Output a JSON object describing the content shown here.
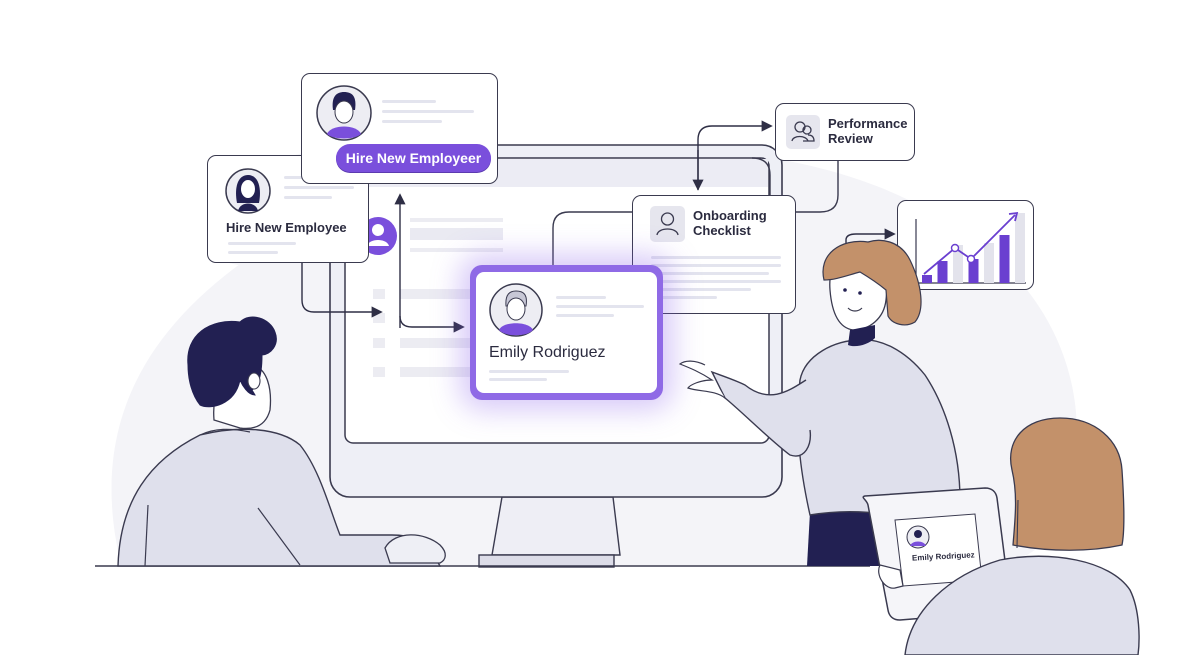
{
  "illustration": {
    "theme": "HR onboarding workflow",
    "accent_color": "#7a4fdc",
    "outline_color": "#2e2e45",
    "hair_dark": "#222052",
    "hair_brown": "#c3916a",
    "shirt_color": "#e1e2ee"
  },
  "cards": {
    "hire_new_employer": {
      "button_label": "Hire New Employeer",
      "avatar": "male-avatar-icon"
    },
    "hire_new_employee": {
      "title": "Hire New Employee",
      "avatar": "female-avatar-icon"
    },
    "performance_review": {
      "title_line1": "Performance",
      "title_line2": "Review",
      "icon": "users-icon"
    },
    "onboarding_checklist": {
      "title_line1": "Onboarding",
      "title_line2": "Checklist",
      "icon": "user-icon"
    },
    "employee_profile": {
      "name": "Emily Rodriguez",
      "avatar": "male-avatar-icon"
    },
    "tablet_profile": {
      "name": "Emily Rodriguez"
    }
  },
  "chart_card": {
    "bars": [
      {
        "height": 8,
        "color": "#6a3fd0"
      },
      {
        "height": 22,
        "color": "#6a3fd0"
      },
      {
        "height": 38,
        "color": "#e3e3ec"
      },
      {
        "height": 24,
        "color": "#6a3fd0"
      },
      {
        "height": 40,
        "color": "#e3e3ec"
      },
      {
        "height": 48,
        "color": "#6a3fd0"
      },
      {
        "height": 70,
        "color": "#e3e3ec"
      }
    ],
    "trend": "upward-arrow"
  }
}
